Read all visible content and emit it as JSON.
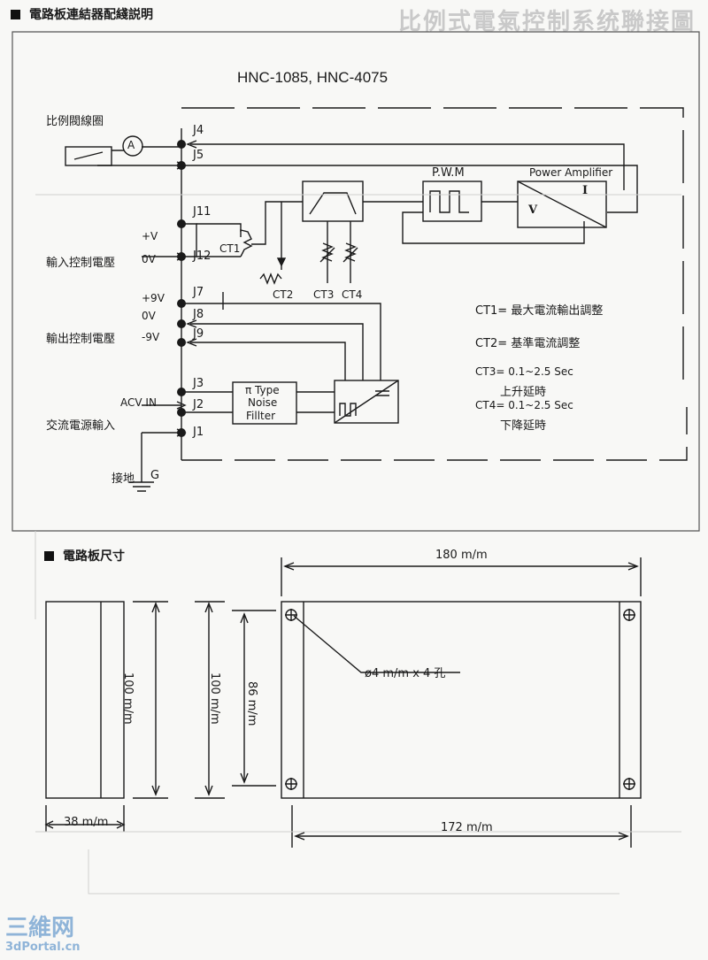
{
  "header": {
    "section1_title": "電路板連結器配綫説明",
    "ghost_title": "比例式電氣控制系统聯接圖",
    "section2_title": "電路板尺寸"
  },
  "wiring": {
    "model": "HNC-1085, HNC-4075",
    "left_labels": {
      "valve_coil": "比例閥線圈",
      "input_voltage": "輸入控制電壓",
      "output_voltage": "輸出控制電壓",
      "ac_input": "交流電源輸入",
      "ground": "接地",
      "ground_g": "G"
    },
    "pins": [
      "J4",
      "J5",
      "J11",
      "J12",
      "J7",
      "J8",
      "J9",
      "J3",
      "J2",
      "J1"
    ],
    "pin_voltages": {
      "j11": "+V",
      "j12": "0V",
      "j7": "+9V",
      "j8": "0V",
      "j9": "-9V",
      "acv": "ACV  IN"
    },
    "ammeter": "A",
    "blocks": {
      "pwm": "P.W.M",
      "power_amp": "Power  Amplifier",
      "amp_v": "V",
      "amp_i": "I",
      "filter_line1": "π Type",
      "filter_line2": "Noise",
      "filter_line3": "Fillter"
    },
    "pots": {
      "ct1": "CT1",
      "ct2": "CT2",
      "ct3": "CT3",
      "ct4": "CT4"
    },
    "notes": {
      "ct1": "CT1= 最大電流輸出調整",
      "ct2": "CT2= 基準電流調整",
      "ct3_a": "CT3= 0.1~2.5 Sec",
      "ct3_b": "上升延時",
      "ct4_a": "CT4= 0.1~2.5 Sec",
      "ct4_b": "下降延時"
    }
  },
  "dimensions": {
    "width_180": "180 m/m",
    "height_100_a": "100 m/m",
    "height_100_b": "100 m/m",
    "height_86": "86 m/m",
    "depth_38": "38 m/m",
    "width_172": "172 m/m",
    "holes": "ø4 m/m x 4 孔"
  },
  "watermark": {
    "line1": "三維网",
    "line2": "3dPortal.cn"
  },
  "colors": {
    "ink": "#1a1a1a",
    "ghost": "#c9c9c9",
    "watermark": "#8fb4d8"
  }
}
